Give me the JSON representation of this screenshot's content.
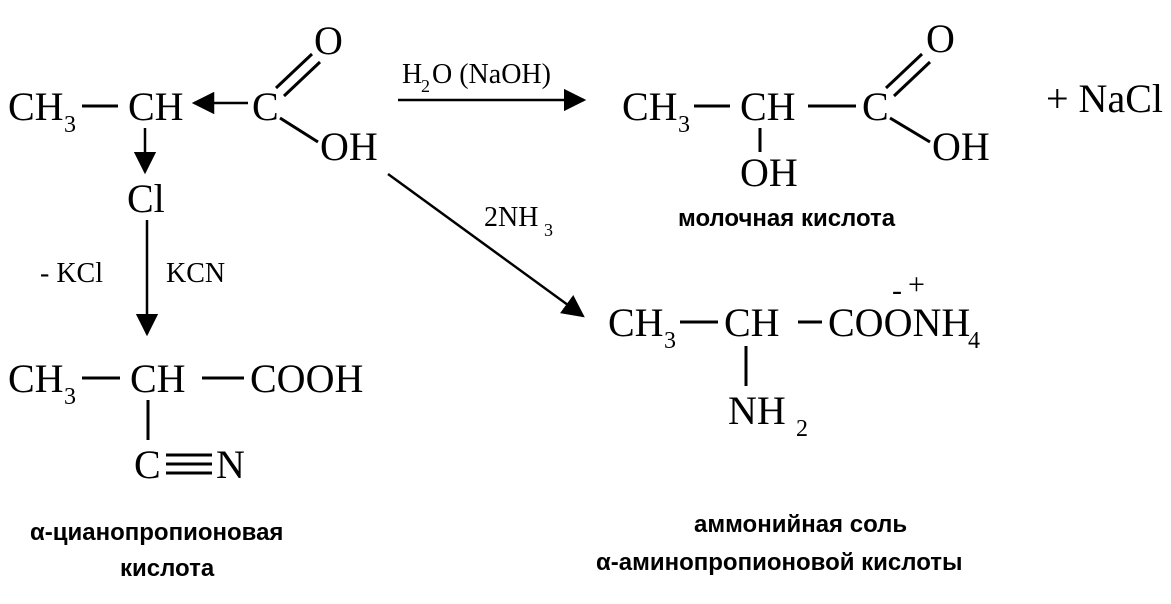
{
  "start": {
    "ch3": "CH",
    "ch3_sub": "3",
    "ch": "CH",
    "c": "C",
    "o": "O",
    "oh": "OH",
    "cl": "Cl"
  },
  "reagents": {
    "top": "H",
    "top_sub": "2",
    "top_rest": "O (NaOH)",
    "diag": "2NH",
    "diag_sub": "3",
    "left": "- KCl",
    "right": "KCN"
  },
  "lactic": {
    "ch3": "CH",
    "ch3_sub": "3",
    "ch": "CH",
    "c": "C",
    "o": "O",
    "oh_right": "OH",
    "oh_bottom": "OH",
    "caption": "молочная кислота"
  },
  "byproduct": "+ NaCl",
  "amino_salt": {
    "ch3": "CH",
    "ch3_sub": "3",
    "ch": "CH",
    "coo": "COONH",
    "nh4_sub": "4",
    "minus": "-",
    "plus": "+",
    "nh2": "NH",
    "nh2_sub": "2",
    "caption_1": "аммонийная соль",
    "caption_2": "α-аминопропионовой кислоты"
  },
  "cyano": {
    "ch3": "CH",
    "ch3_sub": "3",
    "ch": "CH",
    "cooh": "COOH",
    "c": "C",
    "n": "N",
    "caption_1": "α-цианопропионовая",
    "caption_2": "кислота"
  }
}
